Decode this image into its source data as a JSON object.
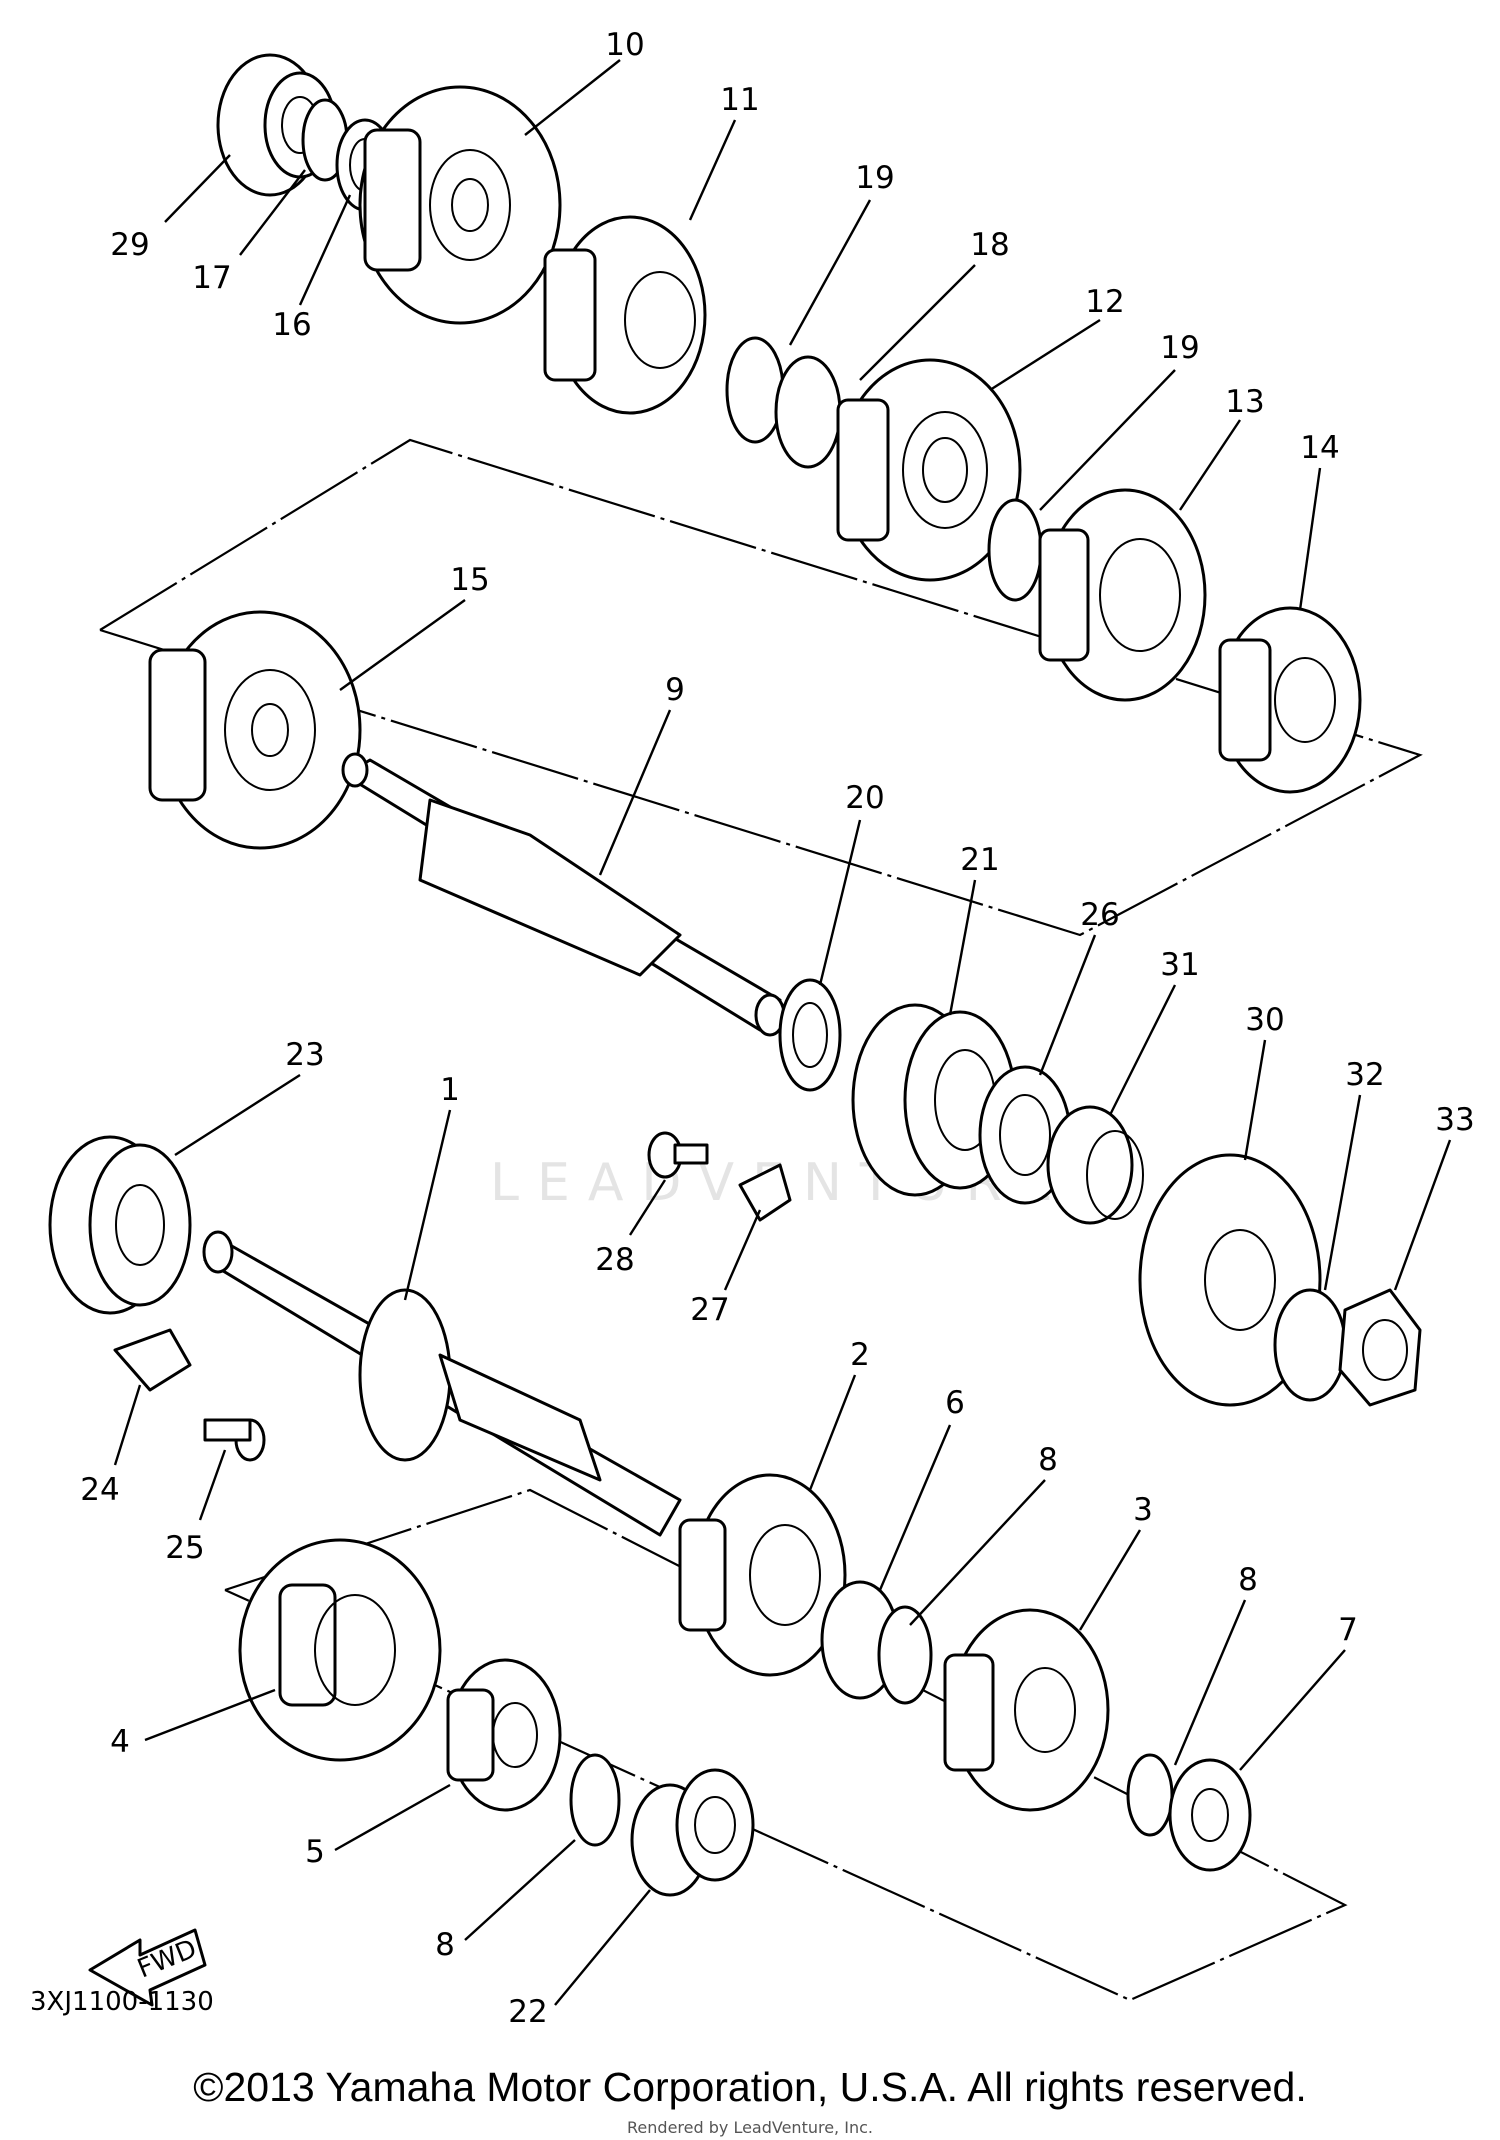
{
  "diagram": {
    "code": "3XJ1100-1130",
    "fwd_label": "FWD",
    "watermark": "LEADVENTURE",
    "callouts": [
      "10",
      "11",
      "19",
      "18",
      "12",
      "19",
      "13",
      "14",
      "29",
      "17",
      "16",
      "15",
      "9",
      "20",
      "21",
      "26",
      "31",
      "30",
      "32",
      "33",
      "23",
      "1",
      "28",
      "27",
      "24",
      "25",
      "2",
      "6",
      "8",
      "3",
      "8",
      "7",
      "4",
      "5",
      "8",
      "22"
    ]
  },
  "footer": {
    "copyright": "©2013 Yamaha Motor Corporation, U.S.A. All rights reserved.",
    "render_note": "Rendered by LeadVenture, Inc."
  }
}
